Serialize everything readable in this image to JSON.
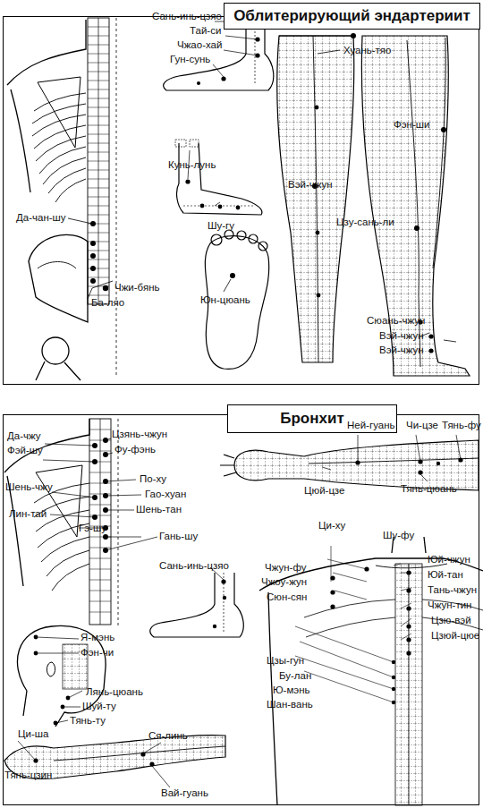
{
  "diagram": {
    "nodes": [
      {
        "text": [
          "Облитерирующий эндартериит"
        ]
      },
      {
        "text": [
          "Бронхит"
        ]
      }
    ],
    "labels": [
      "Сань-инь-цзяо",
      "Тай-си",
      "Чжао-хай",
      "Гун-сунь",
      "Хуань-тяо",
      "Фэн-ши",
      "Кунь-лунь",
      "Да-чан-шу",
      "Вэй-чжун",
      "Шу-гу",
      "Цзу-сань-ли",
      "Чжи-бянь",
      "Ба-ляо",
      "Юн-цюань",
      "Сюань-чжун",
      "Вэй-чжун",
      "Вэй-чжун",
      "Да-чжу",
      "Цзянь-чжун",
      "Фэй-шу",
      "Фу-фэнь",
      "Шень-чжу",
      "По-ху",
      "Гао-хуан",
      "Шень-тан",
      "Лин-тай",
      "Гэ-шу",
      "Гань-шу",
      "Сань-инь-цзяо",
      "Ней-гуань",
      "Чи-цзе",
      "Тянь-фу",
      "Цюй-цзе",
      "Тянь-цюань",
      "Ци-ху",
      "Шу-фу",
      "Чжун-фу",
      "Чжоу-жун",
      "Сюн-сян",
      "Юй-чжун",
      "Юй-тан",
      "Тань-чжун",
      "Чжун-тин",
      "Цзю-вэй",
      "Цзюй-цюе",
      "Цзы-гун",
      "Бу-лан",
      "Ю-мэнь",
      "Шан-вань",
      "Я-мэнь",
      "Фэн-чи",
      "Лянь-цюань",
      "Шуй-ту",
      "Тянь-ту",
      "Ци-ша",
      "Ся-линь",
      "Тянь-цзин",
      "Вай-гуань"
    ]
  }
}
